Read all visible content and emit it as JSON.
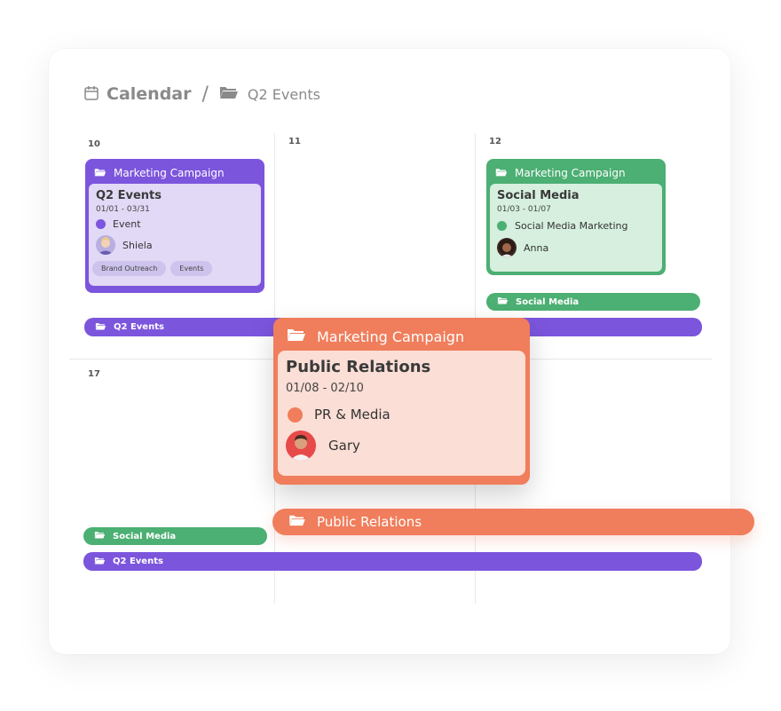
{
  "breadcrumb": {
    "root": "Calendar",
    "separator": "/",
    "current": "Q2 Events"
  },
  "days": {
    "d10": "10",
    "d11": "11",
    "d12": "12",
    "d17": "17"
  },
  "colors": {
    "purple": "#7c55dd",
    "purple_light": "#e1d9f6",
    "green": "#4caf73",
    "green_light": "#d6efde",
    "orange": "#f07d5b",
    "orange_light": "#fbded5"
  },
  "event_q2": {
    "header": "Marketing Campaign",
    "title": "Q2 Events",
    "dates": "01/01 - 03/31",
    "category": "Event",
    "assignee": "Shiela",
    "tags": [
      "Brand Outreach",
      "Events"
    ]
  },
  "event_social": {
    "header": "Marketing Campaign",
    "title": "Social Media",
    "dates": "01/03 - 01/07",
    "category": "Social Media Marketing",
    "assignee": "Anna"
  },
  "event_pr": {
    "header": "Marketing Campaign",
    "title": "Public Relations",
    "dates": "01/08 - 02/10",
    "category": "PR & Media",
    "assignee": "Gary"
  },
  "bars": {
    "social_top": "Social Media",
    "q2_top": "Q2 Events",
    "pr": "Public Relations",
    "social_bottom": "Social Media",
    "q2_bottom": "Q2 Events"
  },
  "icons": [
    "calendar-icon",
    "folder-icon",
    "avatar"
  ]
}
